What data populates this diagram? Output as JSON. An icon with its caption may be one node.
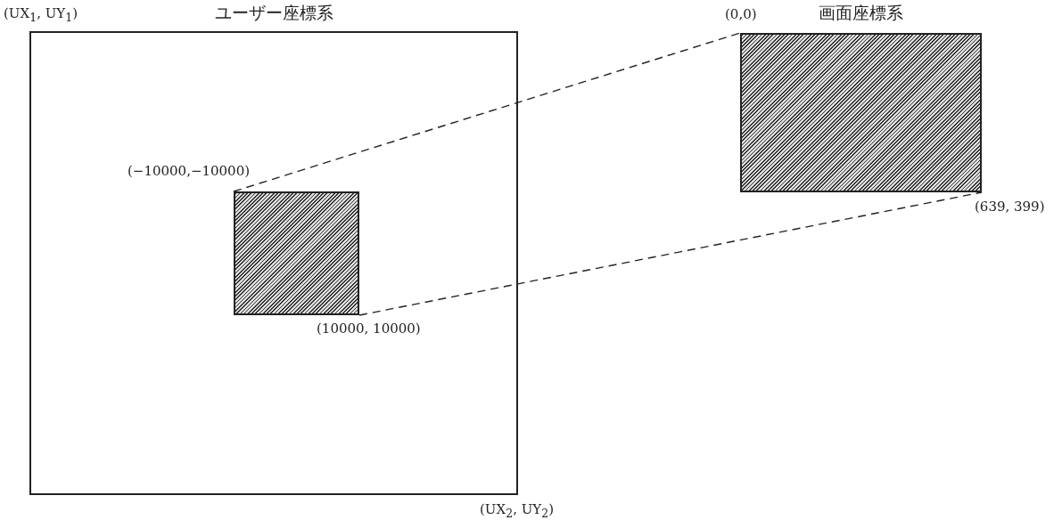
{
  "diagram": {
    "nodes": [
      {
        "text": [
          "ユーザー座標系"
        ]
      },
      {
        "text": [],
        "shape": "box",
        "in": 0,
        "beside": [
          "(−10000,−10000)",
          "(10000, 10000)"
        ]
      },
      {
        "text": [
          "画面座標系"
        ],
        "beside": [
          "(0,0)",
          "(639, 399)"
        ]
      }
    ],
    "edges": [
      {
        "from": 1,
        "to": 2,
        "arrow": "none",
        "style": "dashed"
      },
      {
        "from": 1,
        "to": 2,
        "arrow": "none",
        "style": "dashed"
      }
    ],
    "labels": [
      "(UX$_{1}$, UY$_{1}$)",
      "(UX$_{2}$, UY$_{2}$)"
    ]
  }
}
